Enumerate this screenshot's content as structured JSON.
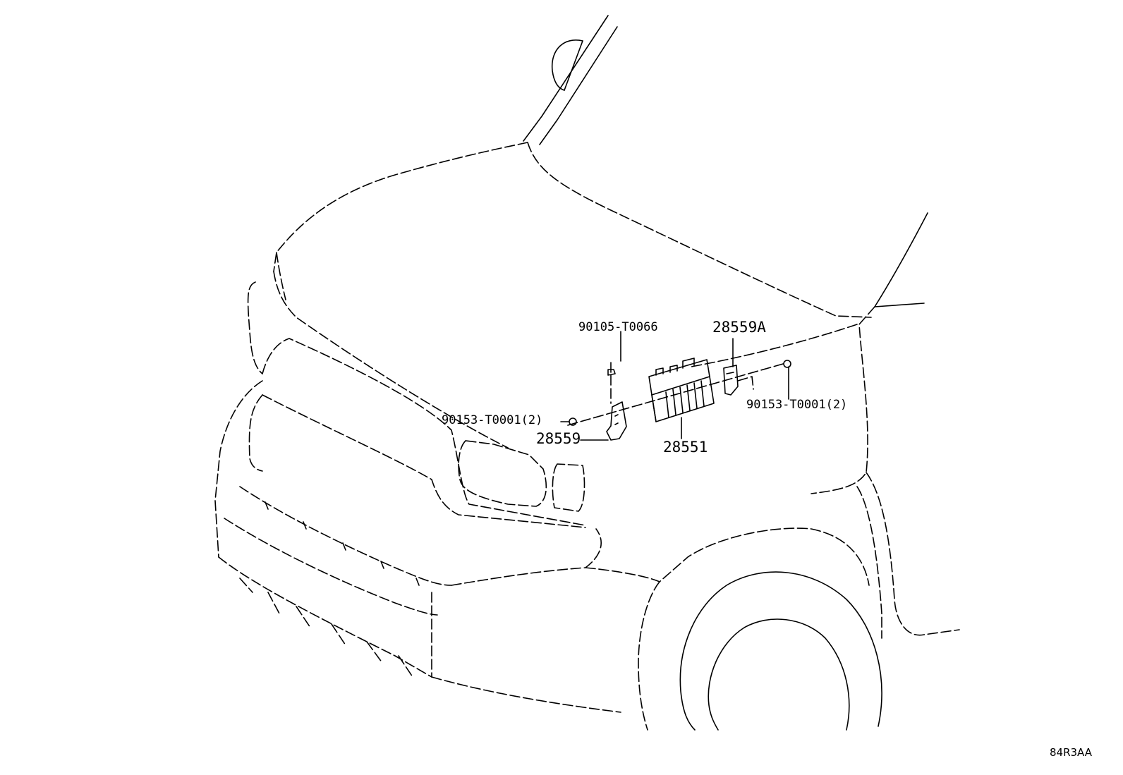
{
  "diagram": {
    "line_color": "#000000",
    "background_color": "#ffffff",
    "callouts": {
      "bolt_top": "90105-T0066",
      "bracket_right": "28559A",
      "screw_left": "90153-T0001(2)",
      "screw_right": "90153-T0001(2)",
      "bracket_left": "28559",
      "module": "28551"
    },
    "reference_code": "84R3AA"
  }
}
